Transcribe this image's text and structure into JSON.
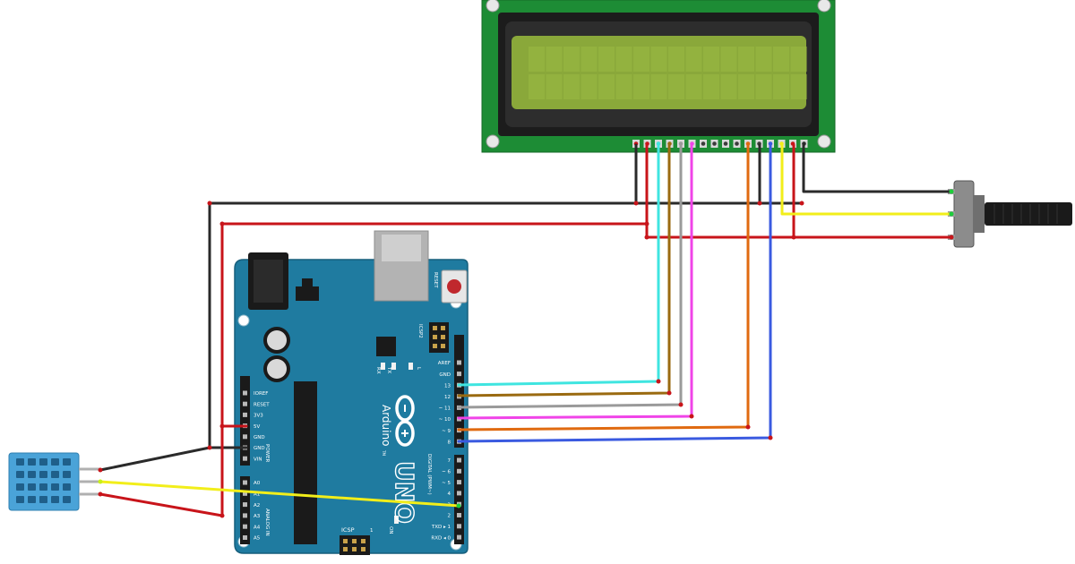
{
  "colors": {
    "board": "#1f7ba0",
    "lcd_pcb": "#1d8c35",
    "lcd_glass": "#8aa83a",
    "sensor": "#4aa3d8",
    "wire_black": "#2a2a2a",
    "wire_red": "#c8141a",
    "wire_yellow": "#f2ee1a",
    "wire_cyan": "#3fe5e0",
    "wire_brown": "#9a6a10",
    "wire_gray": "#9a9a9a",
    "wire_magenta": "#f044e8",
    "wire_orange": "#e06a10",
    "wire_blue": "#3a5ae0"
  },
  "arduino": {
    "brand": "Arduino",
    "tm": "TM",
    "model": "UNO",
    "reset": "RESET",
    "icsp2": "ICSP2",
    "icsp": "ICSP",
    "tx": "TX",
    "rx": "RX",
    "l": "L",
    "on": "ON",
    "one": "1",
    "power_group": "POWER",
    "analog_group": "ANALOG IN",
    "digital_group": "DIGITAL (PWM~)",
    "power_pins": [
      "IOREF",
      "RESET",
      "3V3",
      "5V",
      "GND",
      "GND",
      "VIN"
    ],
    "analog_pins": [
      "A0",
      "A1",
      "A2",
      "A3",
      "A4",
      "A5"
    ],
    "digital_top": [
      "AREF",
      "GND",
      "13",
      "12",
      "~ 11",
      "~ 10",
      "~ 9",
      "8"
    ],
    "digital_bottom": [
      "7",
      "~ 6",
      "~ 5",
      "4",
      "~ 3",
      "2",
      "TXD ▸ 1",
      "RXD ◂ 0"
    ]
  }
}
